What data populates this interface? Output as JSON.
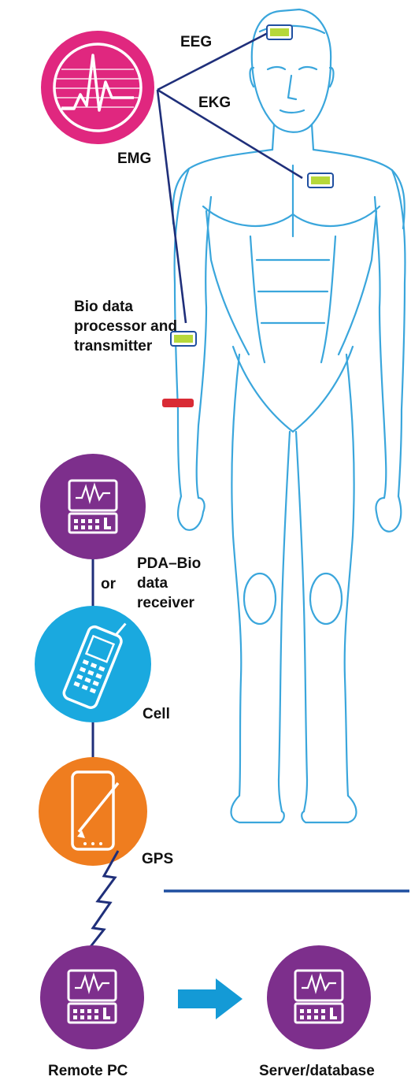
{
  "labels": {
    "eeg": "EEG",
    "ekg": "EKG",
    "emg": "EMG",
    "bio_line1": "Bio data",
    "bio_line2": "processor and",
    "bio_line3": "transmitter",
    "pda_line1": "PDA–Bio",
    "pda_line2": "data",
    "pda_line3": "receiver",
    "or": "or",
    "cell": "Cell",
    "gps": "GPS",
    "remote_pc": "Remote PC",
    "server": "Server/database"
  },
  "colors": {
    "magenta": "#e0277f",
    "purple": "#7d2f8c",
    "cyan": "#1aa9df",
    "orange": "#ef7d1f",
    "navy": "#1f2f7a",
    "body_outline": "#3aa6dc",
    "sensor_green": "#b6d83a",
    "band_red": "#d92b35",
    "arrow_blue": "#149ad6",
    "divider_blue": "#1f4fa0"
  }
}
